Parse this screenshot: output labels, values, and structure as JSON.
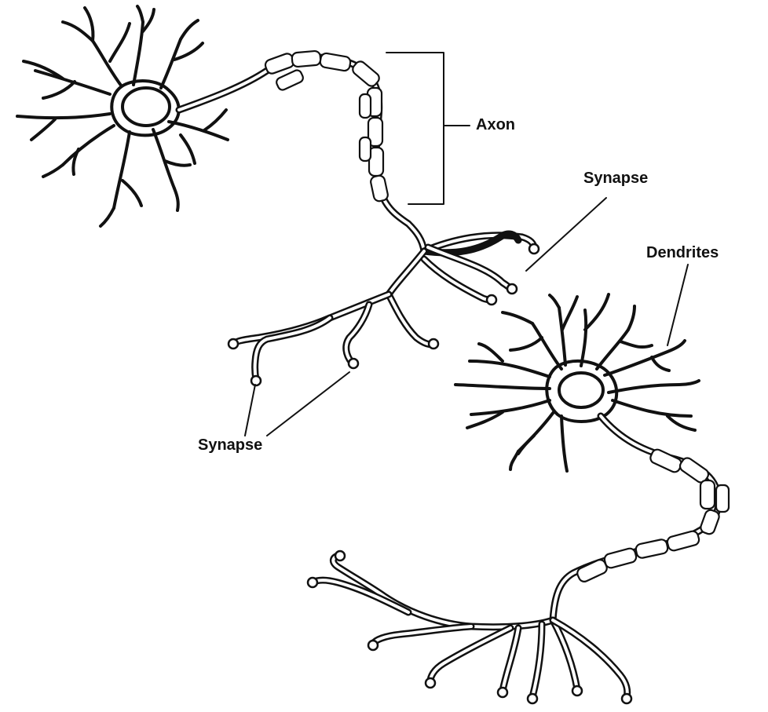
{
  "labels": {
    "axon": "Axon",
    "synapse_top": "Synapse",
    "dendrites": "Dendrites",
    "synapse_bottom": "Synapse"
  }
}
